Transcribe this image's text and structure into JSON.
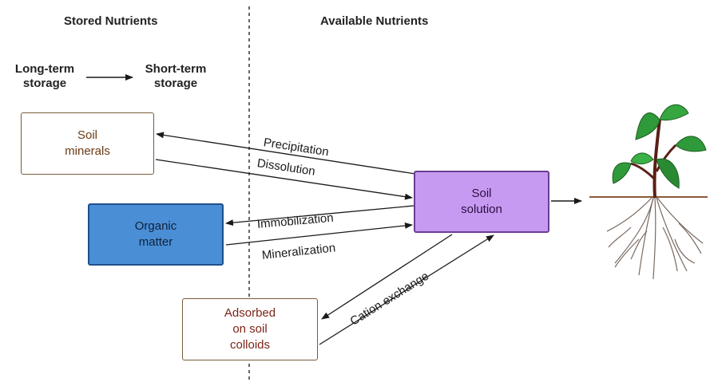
{
  "headers": {
    "stored": "Stored Nutrients",
    "available": "Available Nutrients"
  },
  "storage": {
    "long_term": "Long-term\nstorage",
    "short_term": "Short-term\nstorage"
  },
  "boxes": {
    "soil_minerals": "Soil\nminerals",
    "organic_matter": "Organic\nmatter",
    "soil_solution": "Soil\nsolution",
    "adsorbed": "Adsorbed\non soil\ncolloids"
  },
  "processes": {
    "precipitation": "Precipitation",
    "dissolution": "Dissolution",
    "immobilization": "Immobilization",
    "mineralization": "Mineralization",
    "cation_exchange": "Cation exchange"
  },
  "colors": {
    "organic_fill": "#4a8fd6",
    "solution_fill": "#c79af2",
    "mineral_text": "#6b3a14",
    "adsorbed_text": "#7a2418"
  }
}
